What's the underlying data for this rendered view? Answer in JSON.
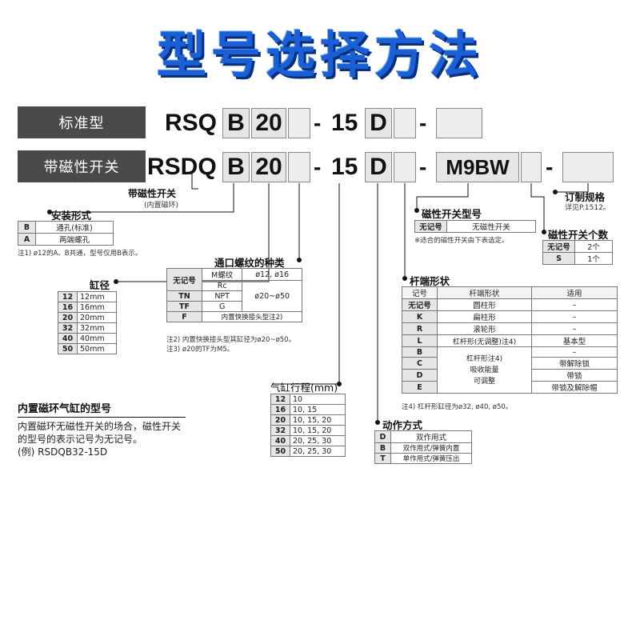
{
  "title": "型号选择方法",
  "rows": {
    "standard": {
      "label": "标准型",
      "prefix": "RSQ",
      "mount": "B",
      "bore": "20",
      "dash": "-",
      "stroke": "15",
      "action": "D"
    },
    "magnetic": {
      "label": "带磁性开关",
      "prefix": "RSDQ",
      "mount": "B",
      "bore": "20",
      "dash": "-",
      "stroke": "15",
      "action": "D",
      "switch": "M9BW"
    }
  },
  "magnet_mark": {
    "title": "带磁性开关",
    "sub": "(内置磁环)"
  },
  "mount_type": {
    "title": "安装形式",
    "rows": [
      {
        "code": "B",
        "text": "通孔(标准)"
      },
      {
        "code": "A",
        "text": "两端螺孔"
      }
    ],
    "note": "注1) ø12的A、B共通，型号仅用B表示。"
  },
  "port_thread": {
    "title": "通口螺纹的种类",
    "headers": [
      "无记号",
      "M螺纹",
      "ø12, ø16"
    ],
    "rows": [
      {
        "code": "",
        "type": "Rc",
        "bore": ""
      },
      {
        "code": "TN",
        "type": "NPT",
        "bore": "ø20~ø50"
      },
      {
        "code": "TF",
        "type": "G",
        "bore": ""
      },
      {
        "code": "F",
        "type": "内置快换接头型注2)",
        "bore": ""
      }
    ],
    "notes": [
      "注2) 内置快换接头型其缸径为ø20~ø50。",
      "注3) ø20的TF为M5。"
    ]
  },
  "bore_size": {
    "title": "缸径",
    "rows": [
      {
        "code": "12",
        "text": "12mm"
      },
      {
        "code": "16",
        "text": "16mm"
      },
      {
        "code": "20",
        "text": "20mm"
      },
      {
        "code": "32",
        "text": "32mm"
      },
      {
        "code": "40",
        "text": "40mm"
      },
      {
        "code": "50",
        "text": "50mm"
      }
    ]
  },
  "stroke": {
    "title": "气缸行程(mm)",
    "rows": [
      {
        "code": "12",
        "text": "10"
      },
      {
        "code": "16",
        "text": "10, 15"
      },
      {
        "code": "20",
        "text": "10, 15, 20"
      },
      {
        "code": "32",
        "text": "10, 15, 20"
      },
      {
        "code": "40",
        "text": "20, 25, 30"
      },
      {
        "code": "50",
        "text": "20, 25, 30"
      }
    ]
  },
  "action": {
    "title": "动作方式",
    "rows": [
      {
        "code": "D",
        "text": "双作用式"
      },
      {
        "code": "B",
        "text": "双作用式/弹簧内置"
      },
      {
        "code": "T",
        "text": "单作用式/弹簧压出"
      }
    ]
  },
  "switch_model": {
    "title": "磁性开关型号",
    "rows": [
      {
        "code": "无记号",
        "text": "无磁性开关"
      }
    ],
    "note": "※适合的磁性开关由下表选定。"
  },
  "switch_qty": {
    "title": "磁性开关个数",
    "rows": [
      {
        "code": "无记号",
        "text": "2个"
      },
      {
        "code": "S",
        "text": "1个"
      }
    ]
  },
  "custom": {
    "title": "订制规格",
    "sub": "详见P.1512。"
  },
  "rod_end": {
    "title": "杆端形状",
    "headers": [
      "记号",
      "杆端形状",
      "适用"
    ],
    "rows": [
      {
        "code": "无记号",
        "shape": "圆柱形",
        "use": "–"
      },
      {
        "code": "K",
        "shape": "扁柱形",
        "use": "–"
      },
      {
        "code": "R",
        "shape": "滚轮形",
        "use": "–"
      },
      {
        "code": "L",
        "shape": "杠杆形(无调整)注4)",
        "use": "基本型"
      },
      {
        "code": "B",
        "shape": "",
        "use": "–"
      },
      {
        "code": "C",
        "shape": "",
        "use": "带解除锁"
      },
      {
        "code": "D",
        "shape": "",
        "use": "带锁"
      },
      {
        "code": "E",
        "shape": "",
        "use": "带锁及解除帽"
      }
    ],
    "lever_lines": [
      "杠杆形注4)",
      "吸收能量",
      "可调整"
    ],
    "note": "注4) 杠杆形缸径为ø32, ø40, ø50。"
  },
  "builtin": {
    "title": "内置磁环气缸的型号",
    "lines": [
      "内置磁环无磁性开关的场合，磁性开关",
      "的型号的表示记号为无记号。",
      "(例) RSDQB32-15D"
    ]
  }
}
